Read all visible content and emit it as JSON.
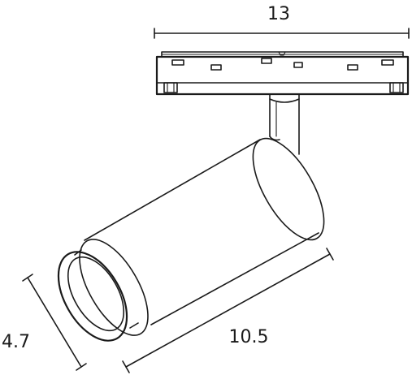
{
  "dimensions": {
    "width_label": "13",
    "depth_label": "10.5",
    "diameter_label": "4.7"
  },
  "colors": {
    "line": "#1a1a1a",
    "background": "#ffffff"
  }
}
